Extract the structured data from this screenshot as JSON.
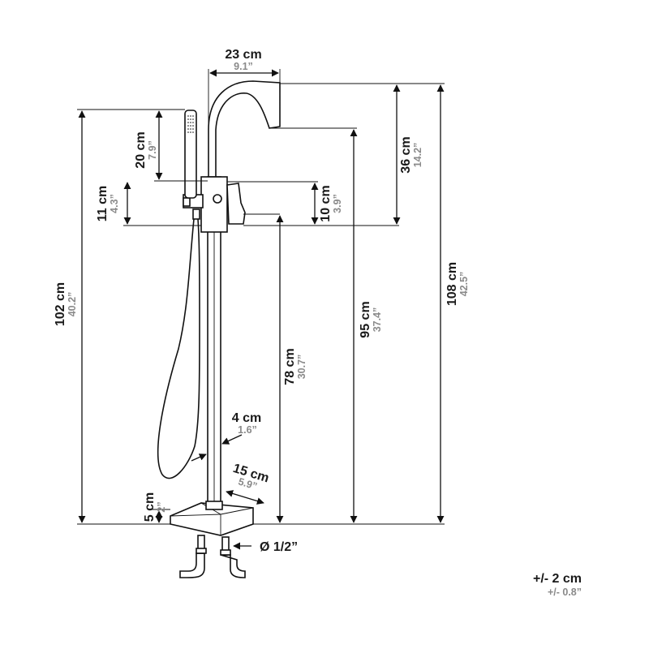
{
  "dimensions": {
    "top_width": {
      "primary": "23 cm",
      "secondary": "9.1”"
    },
    "shower_head": {
      "primary": "20 cm",
      "secondary": "7.9”"
    },
    "holder_gap": {
      "primary": "11 cm",
      "secondary": "4.3”"
    },
    "handle_height": {
      "primary": "10 cm",
      "secondary": "3.9”"
    },
    "spout_drop": {
      "primary": "36 cm",
      "secondary": "14.2”"
    },
    "total_left": {
      "primary": "102 cm",
      "secondary": "40.2”"
    },
    "spout_height": {
      "primary": "95 cm",
      "secondary": "37.4”"
    },
    "total_right": {
      "primary": "108 cm",
      "secondary": "42.5”"
    },
    "column_height": {
      "primary": "78 cm",
      "secondary": "30.7”"
    },
    "column_width": {
      "primary": "4 cm",
      "secondary": "1.6”"
    },
    "base_width": {
      "primary": "15 cm",
      "secondary": "5.9”"
    },
    "base_height": {
      "primary": "5 cm",
      "secondary": "2”"
    },
    "connector": {
      "primary": "Ø 1/2”"
    },
    "tolerance": {
      "primary": "+/- 2 cm",
      "secondary": "+/- 0.8”"
    }
  }
}
